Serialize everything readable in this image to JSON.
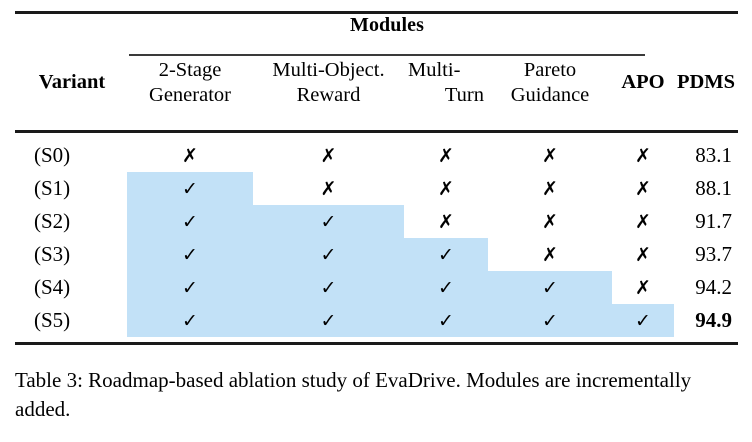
{
  "table": {
    "group_header": "Modules",
    "columns": [
      {
        "id": "variant",
        "label_line1": "Variant",
        "label_line2": "",
        "bold": true,
        "group": false
      },
      {
        "id": "2stage",
        "label_line1": "2-Stage",
        "label_line2": "Generator",
        "bold": false,
        "group": true
      },
      {
        "id": "moreward",
        "label_line1": "Multi-Object.",
        "label_line2": "Reward",
        "bold": false,
        "group": true
      },
      {
        "id": "multiturn",
        "label_line1": "Multi-",
        "label_line2": "Turn",
        "bold": false,
        "group": true
      },
      {
        "id": "pareto",
        "label_line1": "Pareto",
        "label_line2": "Guidance",
        "bold": false,
        "group": true
      },
      {
        "id": "apo",
        "label_line1": "APO",
        "label_line2": "",
        "bold": true,
        "group": true
      },
      {
        "id": "pdms",
        "label_line1": "PDMS",
        "label_line2": "",
        "bold": true,
        "group": false
      }
    ],
    "marks": {
      "yes": "✓",
      "no": "✗"
    },
    "rows": [
      {
        "variant": "(S0)",
        "modules": [
          false,
          false,
          false,
          false,
          false
        ],
        "pdms": "83.1",
        "best": false
      },
      {
        "variant": "(S1)",
        "modules": [
          true,
          false,
          false,
          false,
          false
        ],
        "pdms": "88.1",
        "best": false
      },
      {
        "variant": "(S2)",
        "modules": [
          true,
          true,
          false,
          false,
          false
        ],
        "pdms": "91.7",
        "best": false
      },
      {
        "variant": "(S3)",
        "modules": [
          true,
          true,
          true,
          false,
          false
        ],
        "pdms": "93.7",
        "best": false
      },
      {
        "variant": "(S4)",
        "modules": [
          true,
          true,
          true,
          true,
          false
        ],
        "pdms": "94.2",
        "best": false
      },
      {
        "variant": "(S5)",
        "modules": [
          true,
          true,
          true,
          true,
          true
        ],
        "pdms": "94.9",
        "best": true
      }
    ],
    "highlight_color": "#c2e1f7"
  },
  "caption": {
    "text": "Table 3: Roadmap-based ablation study of EvaDrive. Modules are incrementally added."
  }
}
